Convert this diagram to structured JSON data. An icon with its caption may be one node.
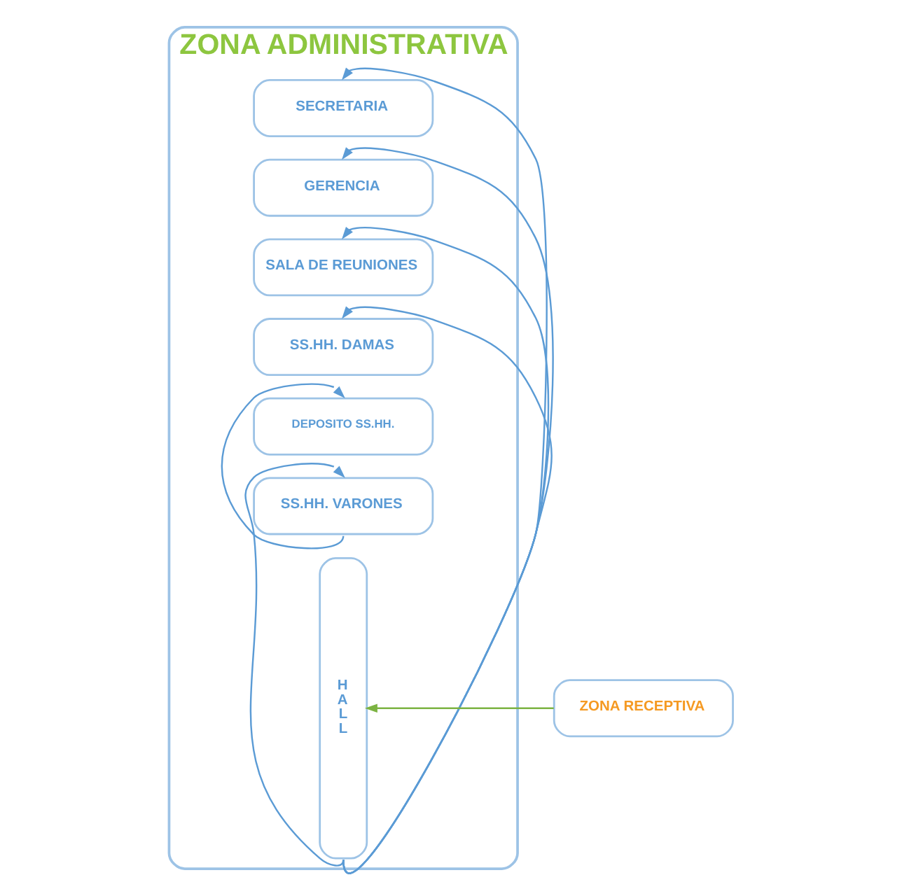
{
  "diagram": {
    "nodes": [
      {
        "text": [
          "ZONA ADMINISTRATIVA"
        ]
      },
      {
        "text": [
          "SECRETARIA"
        ],
        "in": 0
      },
      {
        "text": [
          "GERENCIA"
        ],
        "in": 0
      },
      {
        "text": [
          "SALA DE REUNIONES"
        ],
        "in": 0
      },
      {
        "text": [
          "SS.HH. DAMAS"
        ],
        "in": 0
      },
      {
        "text": [
          "SS.HH. VARONES"
        ],
        "in": 0
      },
      {
        "text": [
          "DEPOSITO SS.HH."
        ],
        "in": 0
      },
      {
        "text": [
          "HALL"
        ],
        "in": 0
      },
      {
        "text": [
          "ZONA RECEPTIVA"
        ]
      }
    ],
    "edges": [
      {
        "from": 8,
        "to": 7,
        "arrow": "to",
        "color": "#7cb342"
      },
      {
        "from": 7,
        "to": 1,
        "arrow": "to"
      },
      {
        "from": 7,
        "to": 2,
        "arrow": "to"
      },
      {
        "from": 7,
        "to": 3,
        "arrow": "to"
      },
      {
        "from": 7,
        "to": 4,
        "arrow": "to"
      },
      {
        "from": 7,
        "to": 5,
        "arrow": "to"
      },
      {
        "from": 5,
        "to": 6,
        "arrow": "to"
      }
    ]
  }
}
